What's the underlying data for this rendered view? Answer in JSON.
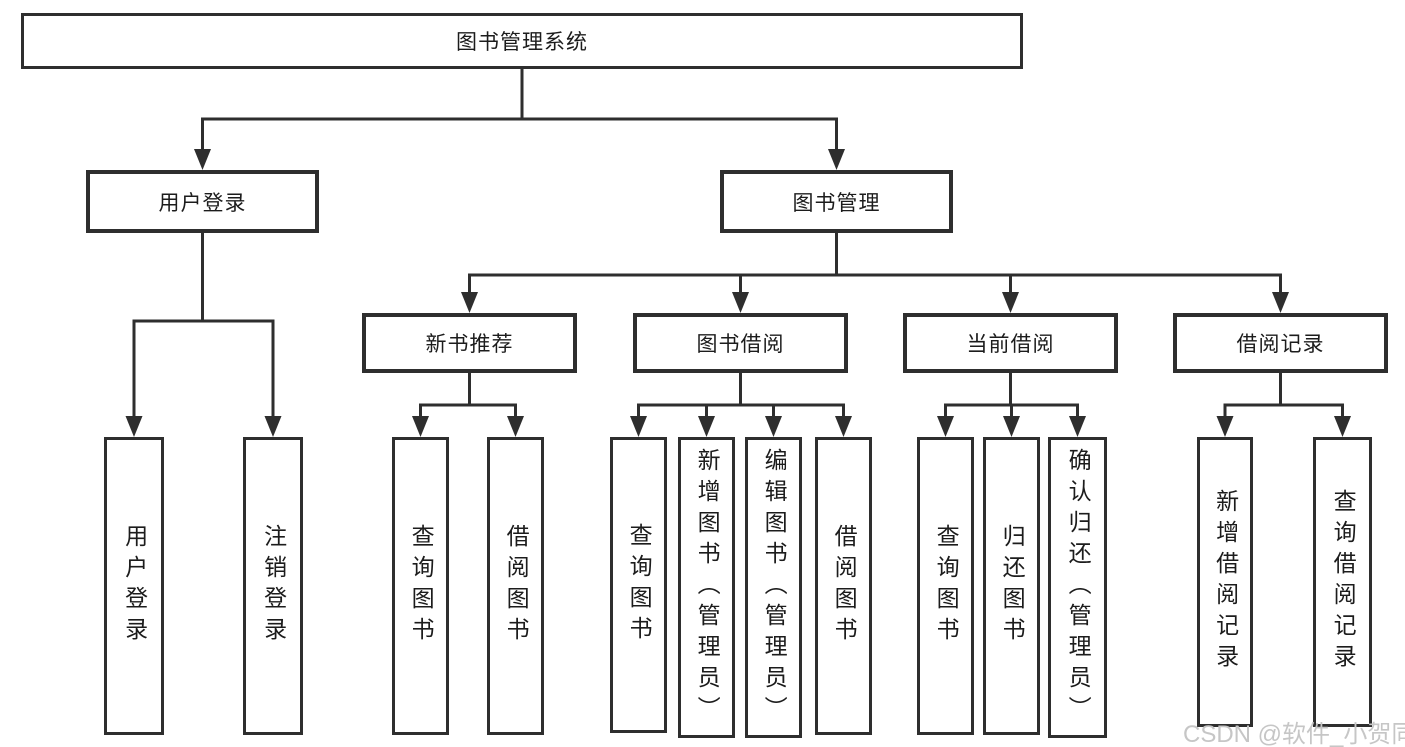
{
  "diagram": {
    "title": "图书管理系统",
    "watermark": "CSDN @软件_小贺同学",
    "colors": {
      "line": "#2e2e2e",
      "box_border": "#2e2e2e",
      "box_fill": "#ffffff",
      "text": "#1c1c1c",
      "watermark": "#c6c6c6"
    },
    "nodes": [
      {
        "id": "root",
        "label": "图书管理系统",
        "orientation": "horizontal"
      },
      {
        "id": "user-login",
        "label": "用户登录",
        "orientation": "horizontal"
      },
      {
        "id": "book-mgmt",
        "label": "图书管理",
        "orientation": "horizontal"
      },
      {
        "id": "new-books",
        "label": "新书推荐",
        "orientation": "horizontal"
      },
      {
        "id": "book-borrow",
        "label": "图书借阅",
        "orientation": "horizontal"
      },
      {
        "id": "current-borrow",
        "label": "当前借阅",
        "orientation": "horizontal"
      },
      {
        "id": "borrow-records",
        "label": "借阅记录",
        "orientation": "horizontal"
      },
      {
        "id": "leaf-user-login",
        "label": "用户登录",
        "orientation": "vertical"
      },
      {
        "id": "leaf-logout",
        "label": "注销登录",
        "orientation": "vertical"
      },
      {
        "id": "nb-query-books",
        "label": "查询图书",
        "orientation": "vertical"
      },
      {
        "id": "nb-borrow-books",
        "label": "借阅图书",
        "orientation": "vertical"
      },
      {
        "id": "bb-query-books",
        "label": "查询图书",
        "orientation": "vertical"
      },
      {
        "id": "bb-add-books",
        "label": "新增图书（管理员）",
        "orientation": "vertical"
      },
      {
        "id": "bb-edit-books",
        "label": "编辑图书（管理员）",
        "orientation": "vertical"
      },
      {
        "id": "bb-borrow-books",
        "label": "借阅图书",
        "orientation": "vertical"
      },
      {
        "id": "cb-query-books",
        "label": "查询图书",
        "orientation": "vertical"
      },
      {
        "id": "cb-return-books",
        "label": "归还图书",
        "orientation": "vertical"
      },
      {
        "id": "cb-confirm-return",
        "label": "确认归还（管理员）",
        "orientation": "vertical"
      },
      {
        "id": "br-add-record",
        "label": "新增借阅记录",
        "orientation": "vertical"
      },
      {
        "id": "br-query-record",
        "label": "查询借阅记录",
        "orientation": "vertical"
      }
    ],
    "edges": [
      {
        "from": "root",
        "to": [
          "user-login",
          "book-mgmt"
        ]
      },
      {
        "from": "user-login",
        "to": [
          "leaf-user-login",
          "leaf-logout"
        ]
      },
      {
        "from": "book-mgmt",
        "to": [
          "new-books",
          "book-borrow",
          "current-borrow",
          "borrow-records"
        ]
      },
      {
        "from": "new-books",
        "to": [
          "nb-query-books",
          "nb-borrow-books"
        ]
      },
      {
        "from": "book-borrow",
        "to": [
          "bb-query-books",
          "bb-add-books",
          "bb-edit-books",
          "bb-borrow-books"
        ]
      },
      {
        "from": "current-borrow",
        "to": [
          "cb-query-books",
          "cb-return-books",
          "cb-confirm-return"
        ]
      },
      {
        "from": "borrow-records",
        "to": [
          "br-add-record",
          "br-query-record"
        ]
      }
    ]
  }
}
